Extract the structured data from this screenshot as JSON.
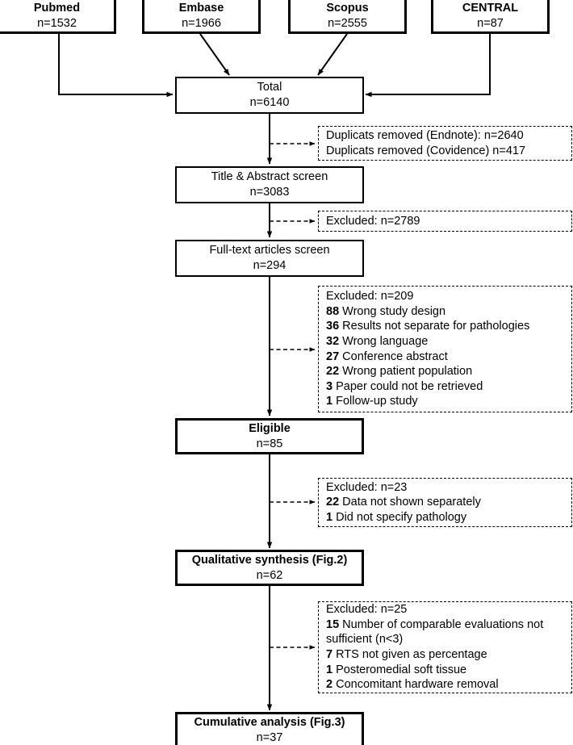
{
  "diagram": {
    "type": "prisma-flow-diagram",
    "sources": [
      {
        "name": "Pubmed",
        "count": "n=1532"
      },
      {
        "name": "Embase",
        "count": "n=1966"
      },
      {
        "name": "Scopus",
        "count": "n=2555"
      },
      {
        "name": "CENTRAL",
        "count": "n=87"
      }
    ],
    "stages": [
      {
        "name": "Total",
        "count": "n=6140"
      },
      {
        "name": "Title & Abstract screen",
        "count": "n=3083"
      },
      {
        "name": "Full-text articles screen",
        "count": "n=294"
      },
      {
        "name": "Eligible",
        "count": "n=85"
      },
      {
        "name": "Qualitative synthesis (Fig.2)",
        "count": "n=62"
      },
      {
        "name": "Cumulative analysis (Fig.3)",
        "count": "n=37"
      }
    ],
    "duplicates": {
      "line1": "Duplicats removed (Endnote): n=2640",
      "line2": "Duplicats removed (Covidence) n=417"
    },
    "excluded_abstract": {
      "header": "Excluded: n=2789"
    },
    "excluded_fulltext": {
      "header": "Excluded: n=209",
      "reasons": [
        {
          "n": "88",
          "label": "Wrong study design"
        },
        {
          "n": "36",
          "label": "Results not separate for pathologies"
        },
        {
          "n": "32",
          "label": "Wrong language"
        },
        {
          "n": "27",
          "label": "Conference abstract"
        },
        {
          "n": "22",
          "label": "Wrong patient population"
        },
        {
          "n": "3",
          "label": "Paper could not be retrieved"
        },
        {
          "n": "1",
          "label": "Follow-up study"
        }
      ]
    },
    "excluded_eligible": {
      "header": "Excluded: n=23",
      "reasons": [
        {
          "n": "22",
          "label": "Data not shown separately"
        },
        {
          "n": "1",
          "label": "Did not specify pathology"
        }
      ]
    },
    "excluded_qualitative": {
      "header": "Excluded: n=25",
      "reasons": [
        {
          "n": "15",
          "label": "Number of comparable evaluations not sufficient (n<3)"
        },
        {
          "n": "7",
          "label": "RTS not given as percentage"
        },
        {
          "n": "1",
          "label": "Posteromedial soft tissue"
        },
        {
          "n": "2",
          "label": "Concomitant hardware removal"
        }
      ]
    },
    "colors": {
      "line": "#000000",
      "background": "#ffffff",
      "text": "#000000"
    }
  }
}
